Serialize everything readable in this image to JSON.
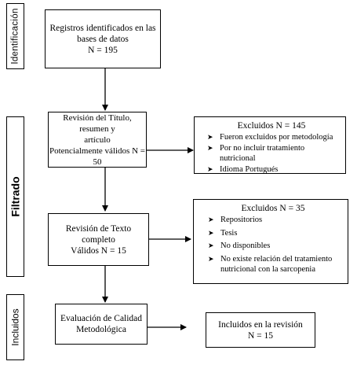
{
  "phases": {
    "identification": "Identificación",
    "screening": "Filtrado",
    "included": "Incluidos"
  },
  "boxes": {
    "identified": [
      "Registros identificados en las",
      "bases de datos",
      "N = 195"
    ],
    "title_review": [
      "Revisión del Título, resumen y",
      "artículo",
      "Potencialmente válidos N = 50"
    ],
    "excluded1": {
      "title": "Excluidos N = 145",
      "items": [
        "Fueron excluidos por metodología",
        "Por no incluir tratamiento nutricional",
        "Idioma Portugués"
      ]
    },
    "text_review": [
      "Revisión de Texto",
      "completo",
      "Válidos N = 15"
    ],
    "excluded2": {
      "title": "Excluidos N = 35",
      "items": [
        "Repositorios",
        "Tesis",
        "No disponibles",
        "No existe relación del tratamiento nutricional con la sarcopenia"
      ]
    },
    "quality": [
      "Evaluación de Calidad",
      "Metodológica"
    ],
    "included": [
      "Incluidos en la revisión",
      "N = 15"
    ]
  },
  "icons": {
    "bullet": "arrowhead-bullet-icon"
  }
}
